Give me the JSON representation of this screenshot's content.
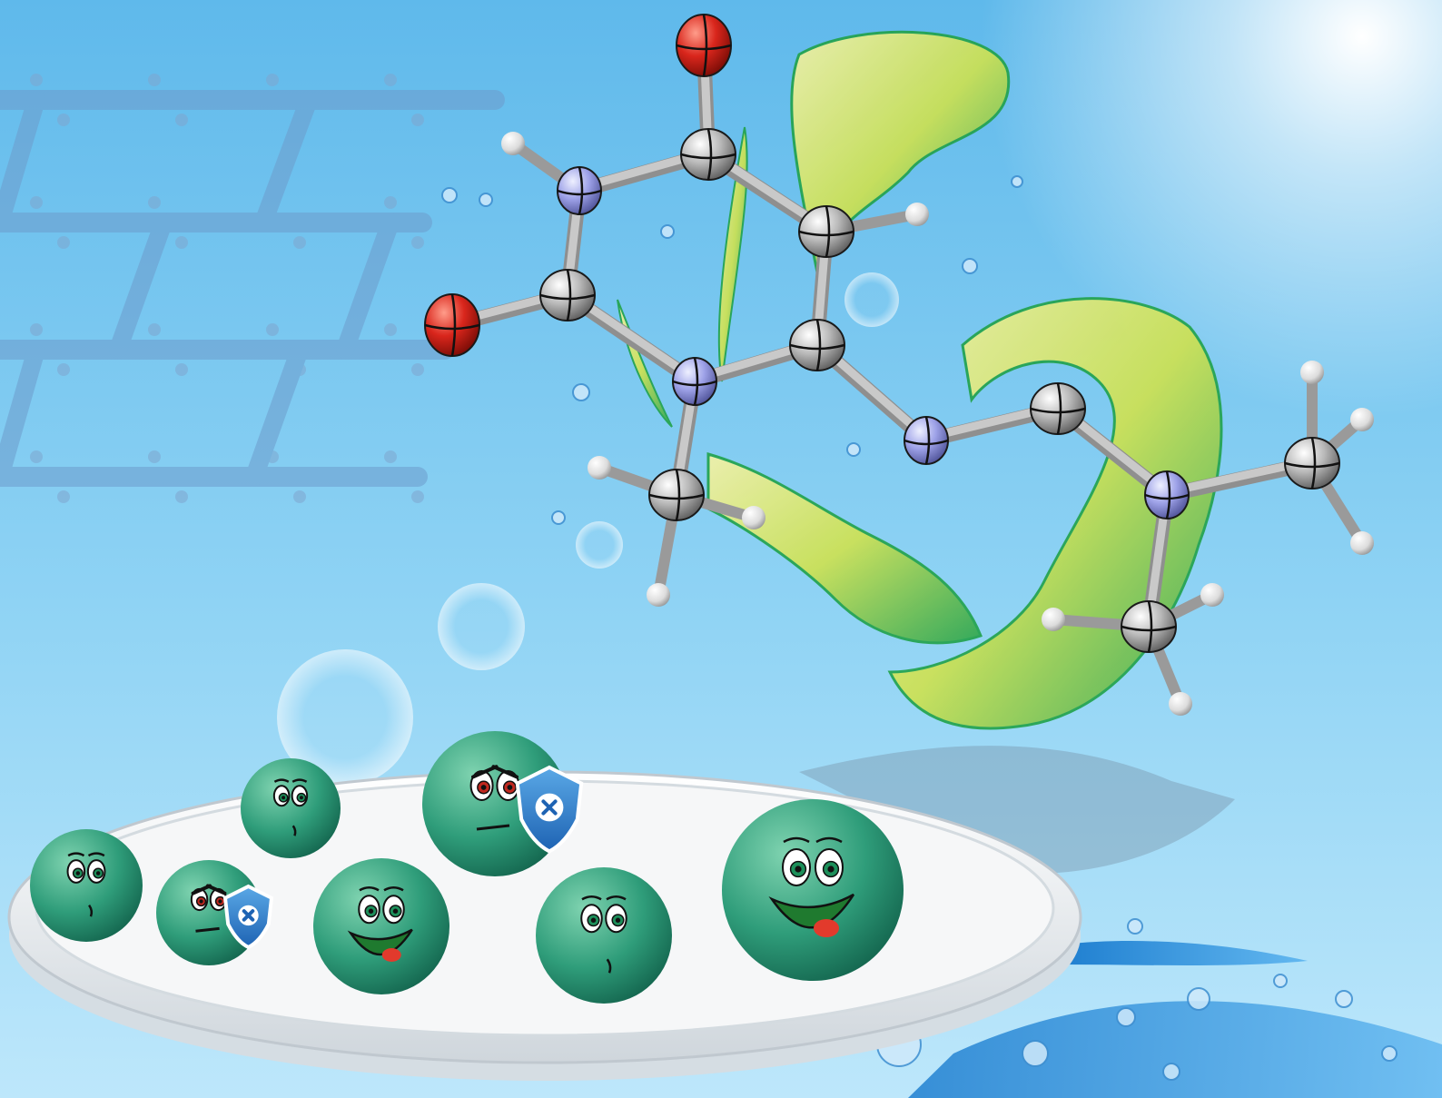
{
  "image": {
    "background_colors": {
      "sky_top": "#5bb8ea",
      "sky_mid": "#8ed4f5",
      "sky_bottom": "#b9e6fb",
      "glow": "#ffffff"
    },
    "molecule": {
      "atoms": [
        {
          "id": "O1",
          "element": "oxygen",
          "color": "#d9261c"
        },
        {
          "id": "O2",
          "element": "oxygen",
          "color": "#d9261c"
        },
        {
          "id": "C1",
          "element": "carbon",
          "color": "#b8b8b8"
        },
        {
          "id": "C2",
          "element": "carbon",
          "color": "#b8b8b8"
        },
        {
          "id": "C3",
          "element": "carbon",
          "color": "#b8b8b8"
        },
        {
          "id": "C4",
          "element": "carbon",
          "color": "#b8b8b8"
        },
        {
          "id": "C5",
          "element": "carbon",
          "color": "#b8b8b8"
        },
        {
          "id": "C6",
          "element": "carbon",
          "color": "#b8b8b8"
        },
        {
          "id": "C7",
          "element": "carbon",
          "color": "#b8b8b8"
        },
        {
          "id": "C8",
          "element": "carbon",
          "color": "#b8b8b8"
        },
        {
          "id": "N1",
          "element": "nitrogen",
          "color": "#9b9fe6"
        },
        {
          "id": "N2",
          "element": "nitrogen",
          "color": "#9b9fe6"
        },
        {
          "id": "N3",
          "element": "nitrogen",
          "color": "#9b9fe6"
        },
        {
          "id": "N4",
          "element": "nitrogen",
          "color": "#9b9fe6"
        }
      ],
      "hydrogen_color": "#e8e8e8",
      "bond_color": "#c9c9c9"
    },
    "goo_colors": {
      "light": "#f3f19a",
      "mid": "#c9e04a",
      "dark": "#21a24a"
    },
    "petri_dish": {
      "rim": "#e9e9e9",
      "base": "#f7f7f7",
      "shadow": "#9aa6b3"
    },
    "bacteria": [
      {
        "expression": "worried",
        "color": "#2f9d7a"
      },
      {
        "expression": "angry-shielded",
        "color": "#2f9d7a",
        "shield": true
      },
      {
        "expression": "happy",
        "color": "#2f9d7a"
      },
      {
        "expression": "worried",
        "color": "#2f9d7a"
      },
      {
        "expression": "angry-shielded",
        "color": "#2f9d7a",
        "shield": true
      },
      {
        "expression": "worried",
        "color": "#2f9d7a"
      },
      {
        "expression": "happy",
        "color": "#2f9d7a"
      }
    ],
    "shield_icon": "shield-cross-icon",
    "water_color": "#2a8fd8",
    "framework_color": "#6d9ccc"
  }
}
